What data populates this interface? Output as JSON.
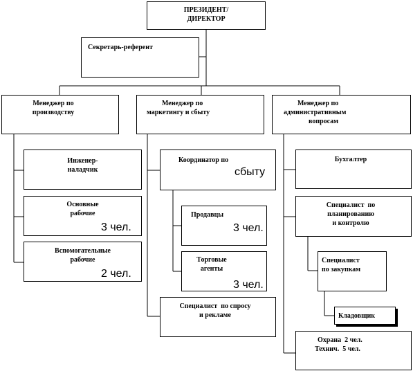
{
  "president": {
    "line1": "ПРЕЗИДЕНТ/",
    "line2": "ДИРЕКТОР"
  },
  "secretary": {
    "label": "Секретарь-референт"
  },
  "managers": {
    "production": {
      "line1": "Менеджер по",
      "line2": "производству"
    },
    "marketing": {
      "line1": "Менеджер по",
      "line2": "маркетингу и сбыту"
    },
    "admin": {
      "line1": "Менеджер по",
      "line2": "административным",
      "line3": "вопросам"
    }
  },
  "production": {
    "engineer": {
      "line1": "Инженер-",
      "line2": "наладчик"
    },
    "main_workers": {
      "line1": "Основные",
      "line2": "рабочие",
      "count": "3 чел."
    },
    "aux_workers": {
      "line1": "Вспомогательные",
      "line2": "рабочие",
      "count": "2 чел."
    }
  },
  "marketing": {
    "sales_coordinator": {
      "line1": "Координатор по",
      "line2": "сбыту"
    },
    "sellers": {
      "line1": "Продавцы",
      "count": "3 чел."
    },
    "agents": {
      "line1": "Торговые",
      "line2": "агенты",
      "count": "3 чел."
    },
    "demand_specialist": {
      "line1": "Специалист  по спросу",
      "line2": "и рекламе"
    }
  },
  "admin": {
    "accountant": {
      "label": "Бухгалтер"
    },
    "planning_specialist": {
      "line1": "Специалист  по",
      "line2": "планированию",
      "line3": "и контролю"
    },
    "purchasing_specialist": {
      "line1": "Специалист",
      "line2": "по закупкам"
    },
    "storekeeper": {
      "label": "Кладовщик"
    },
    "security": {
      "line1": "Охрана  2 чел.",
      "line2": "Технич.  5 чел."
    }
  }
}
